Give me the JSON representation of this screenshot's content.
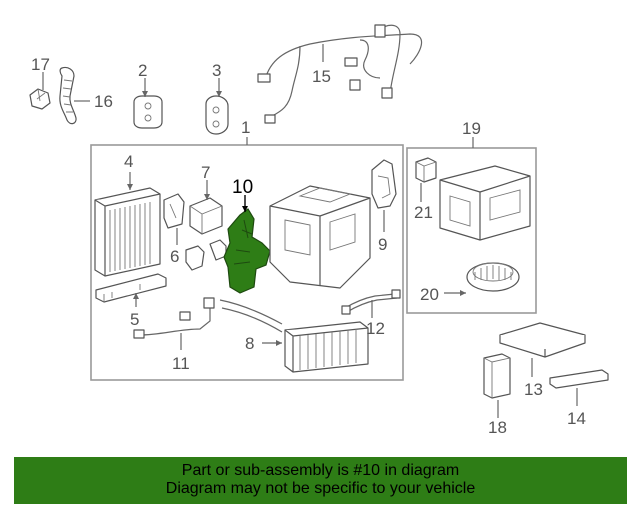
{
  "callouts": {
    "c1": "1",
    "c2": "2",
    "c3": "3",
    "c4": "4",
    "c5": "5",
    "c6": "6",
    "c7": "7",
    "c8": "8",
    "c9": "9",
    "c10": "10",
    "c11": "11",
    "c12": "12",
    "c13": "13",
    "c14": "14",
    "c15": "15",
    "c16": "16",
    "c17": "17",
    "c18": "18",
    "c19": "19",
    "c20": "20",
    "c21": "21"
  },
  "highlight": {
    "part": "10",
    "color": "#2e7d16"
  },
  "banner": {
    "line1": "Part or sub-assembly is #10 in diagram",
    "line2": "Diagram may not be specific to your vehicle",
    "color": "#2e7d16"
  }
}
